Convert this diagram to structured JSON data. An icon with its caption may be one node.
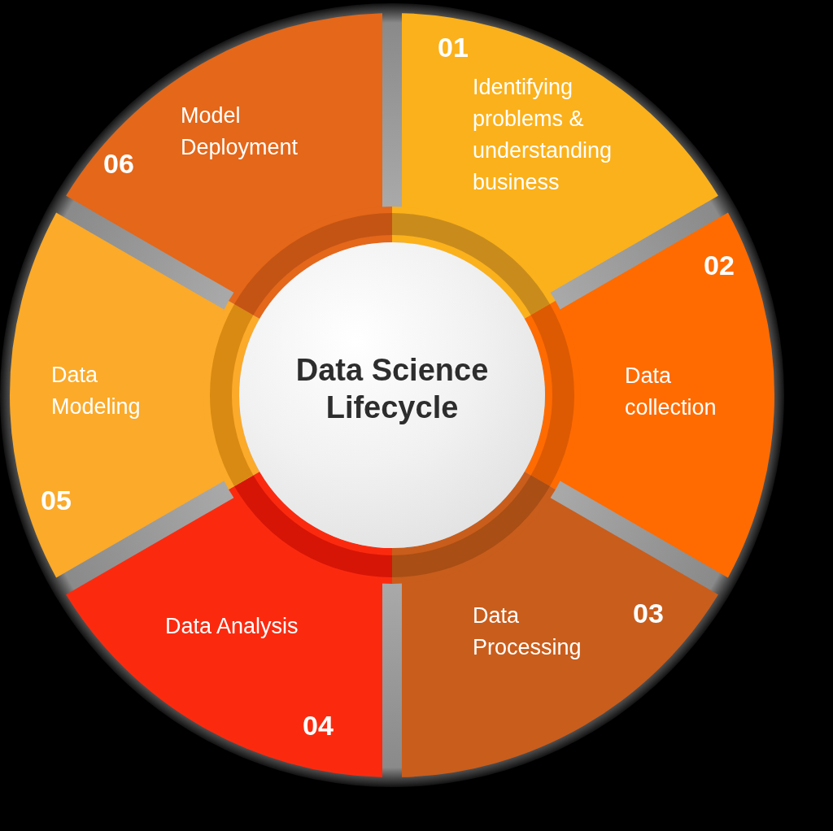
{
  "diagram": {
    "nodes": [
      {
        "text": [
          "01",
          "Identifying problems & understanding business"
        ]
      },
      {
        "text": [
          "02",
          "Data collection"
        ]
      },
      {
        "text": [
          "Data Processing",
          "03"
        ]
      },
      {
        "text": [
          "04",
          "Data Analysis"
        ]
      },
      {
        "text": [
          "Data Modeling",
          "05"
        ]
      },
      {
        "text": [
          "06",
          "Model Deployment"
        ]
      },
      {
        "text": [
          "Data Science Lifecycle"
        ]
      }
    ]
  }
}
